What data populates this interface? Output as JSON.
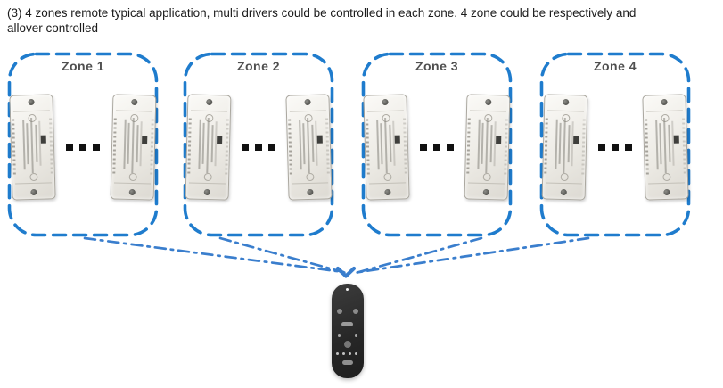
{
  "caption": {
    "line1": "(3) 4 zones remote typical application, multi drivers could be controlled in each zone. 4 zone could be respectively and",
    "line2": "allover controlled"
  },
  "zones": [
    {
      "label": "Zone 1",
      "drivers_shown": 2,
      "ellipsis_dots": 3
    },
    {
      "label": "Zone 2",
      "drivers_shown": 2,
      "ellipsis_dots": 3
    },
    {
      "label": "Zone 3",
      "drivers_shown": 2,
      "ellipsis_dots": 3
    },
    {
      "label": "Zone 4",
      "drivers_shown": 2,
      "ellipsis_dots": 3
    }
  ],
  "remote": {
    "button_icons": [
      "power-dot",
      "round-button-left",
      "round-button-right",
      "pill-button-upper",
      "dot-left",
      "dot-right",
      "round-center-button",
      "four-dot-row",
      "pill-button-lower"
    ]
  },
  "colors": {
    "zone_border_blue": "#1f7ccd",
    "connector_blue": "#3a7ecd",
    "zone_label_gray": "#4f4f4f",
    "caption_text": "#1b1b1b",
    "remote_body": "#2b2b2b",
    "driver_body": "#edebe5",
    "ellipsis_black": "#111111"
  }
}
